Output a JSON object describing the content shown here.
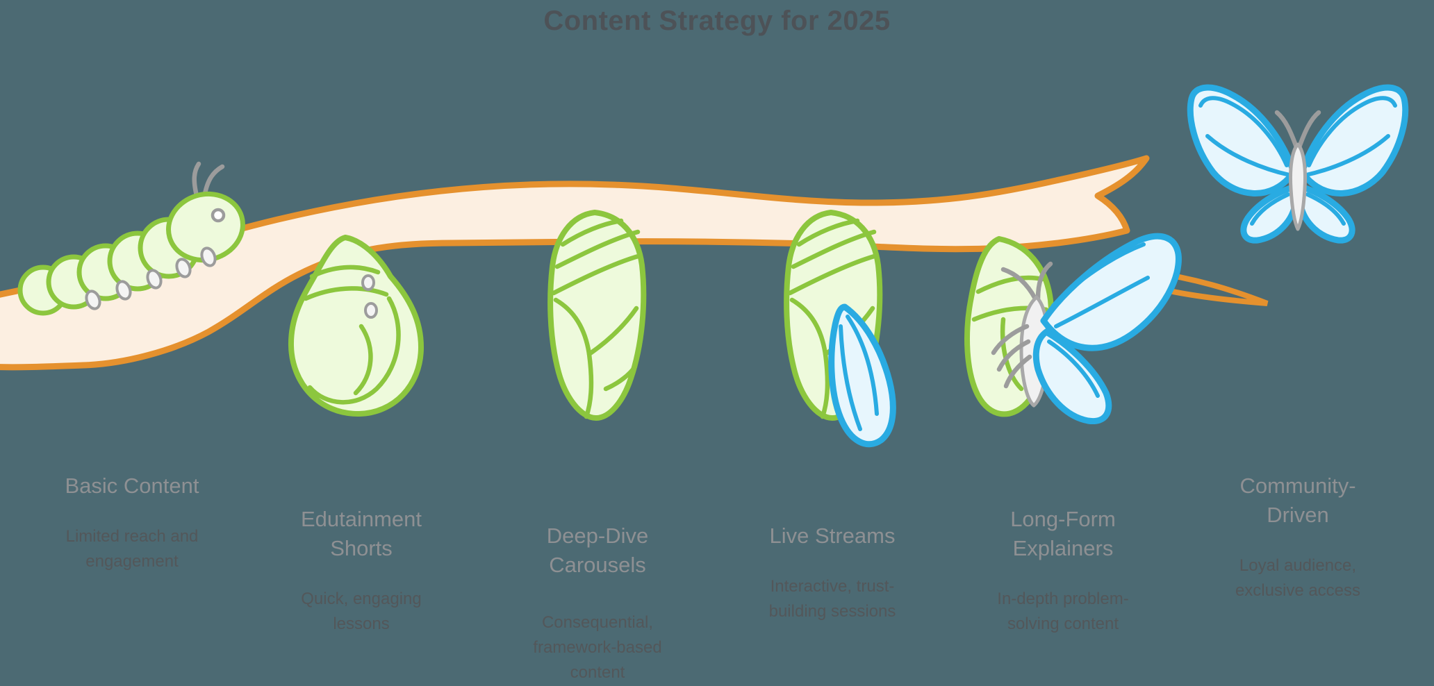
{
  "title": "Content Strategy for 2025",
  "stages": [
    {
      "illustration": "caterpillar",
      "title": "Basic Content",
      "description": "Limited reach and\nengagement"
    },
    {
      "illustration": "chrysalis-forming",
      "title": "Edutainment\nShorts",
      "description": "Quick, engaging\nlessons"
    },
    {
      "illustration": "chrysalis",
      "title": "Deep-Dive\nCarousels",
      "description": "Consequential,\nframework-based\ncontent"
    },
    {
      "illustration": "chrysalis-wing-emerging",
      "title": "Live Streams",
      "description": "Interactive, trust-\nbuilding sessions"
    },
    {
      "illustration": "butterfly-emerging",
      "title": "Long-Form\nExplainers",
      "description": "In-depth problem-\nsolving content"
    },
    {
      "illustration": "butterfly",
      "title": "Community-\nDriven",
      "description": "Loyal audience,\nexclusive access"
    }
  ],
  "colors": {
    "background": "#4c6a73",
    "title_text": "#4d5257",
    "stage_title_text": "#8e9093",
    "stage_description_text": "#53575a",
    "branch_fill": "#fcefe1",
    "branch_outline": "#e5912e",
    "green_outline": "#8cc63e",
    "green_fill": "#eefadc",
    "blue_outline": "#29abe2",
    "blue_fill": "#e7f6fd",
    "gray_detail": "#9c9c9c"
  }
}
